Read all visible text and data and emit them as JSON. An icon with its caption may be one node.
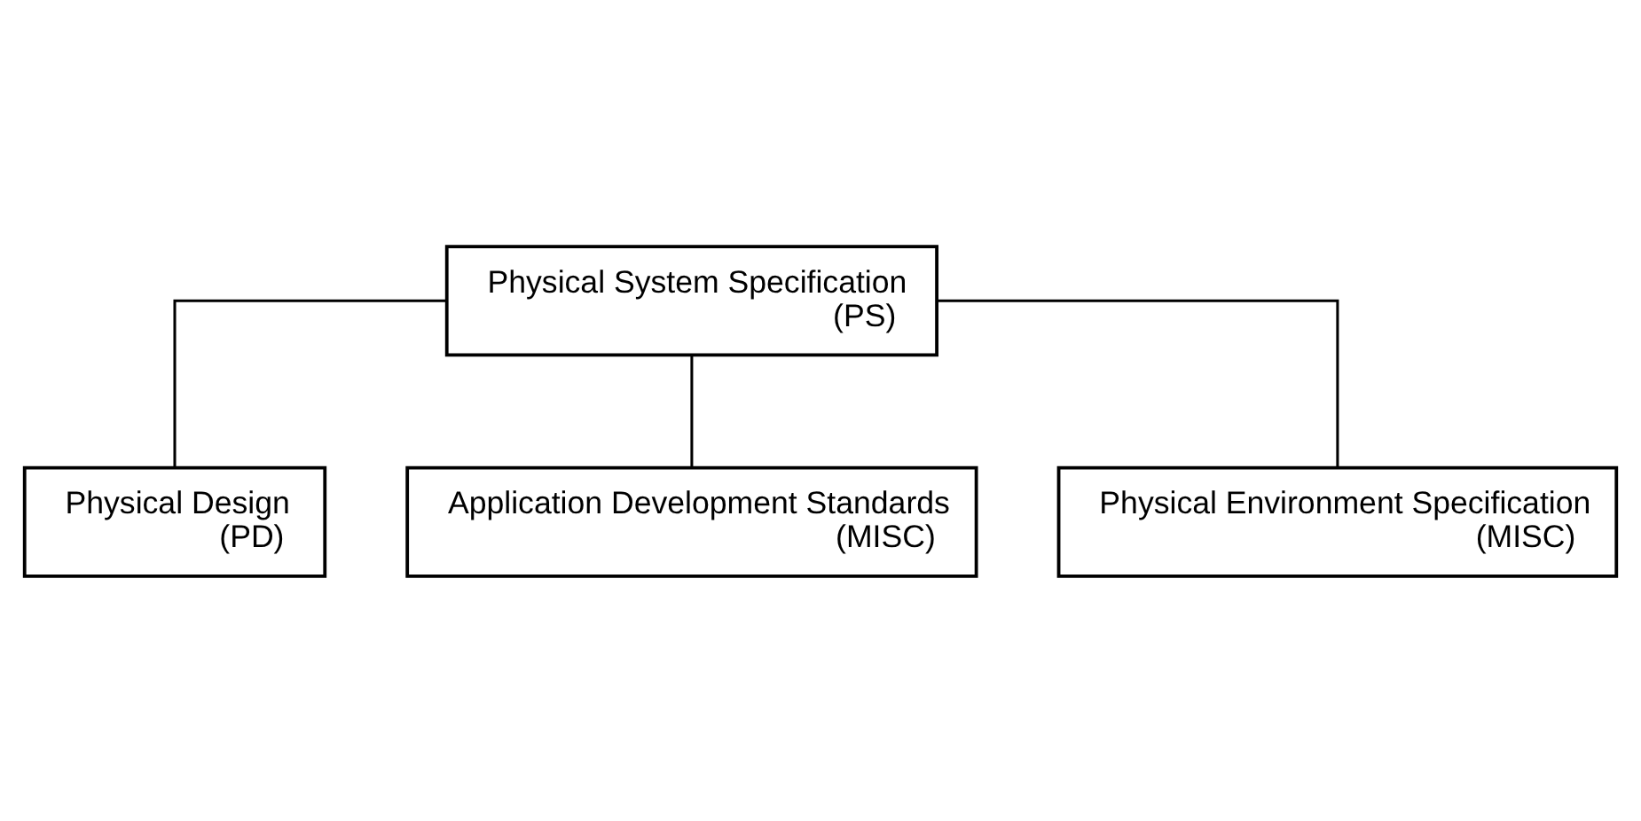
{
  "diagram": {
    "nodes": [
      {
        "text": [
          "Physical System Specification",
          "(PS)"
        ]
      },
      {
        "text": [
          "Physical Design",
          "(PD)"
        ]
      },
      {
        "text": [
          "Application Development Standards",
          "(MISC)"
        ]
      },
      {
        "text": [
          "Physical Environment Specification",
          "(MISC)"
        ]
      }
    ],
    "edges": [
      {
        "from": 0,
        "to": 1,
        "arrow": "none"
      },
      {
        "from": 0,
        "to": 2,
        "arrow": "none"
      },
      {
        "from": 0,
        "to": 3,
        "arrow": "none"
      }
    ]
  }
}
